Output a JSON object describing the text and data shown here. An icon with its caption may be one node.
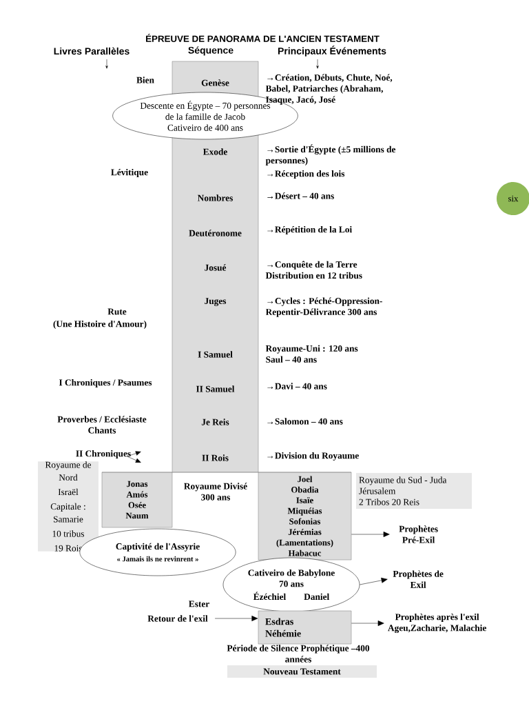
{
  "diagram": {
    "title": "ÉPREUVE DE PANORAMA DE L'ANCIEN TESTAMENT",
    "nodes": [
      {
        "text": [
          "Genèse",
          "Exode",
          "Nombres",
          "Deutéronome",
          "Josué",
          "Juges",
          "I Samuel",
          "II Samuel",
          "Je Reis",
          "II Rois"
        ]
      },
      {
        "text": [
          "Descente en Égypte – 70 personnes de la famille de Jacob",
          "Cativeiro de 400 ans"
        ]
      },
      {
        "text": [
          "Jonas",
          "Amós",
          "Osée",
          "Naum"
        ]
      },
      {
        "text": [
          "Joel",
          "Obadia",
          "Isaïe",
          "Miquéias",
          "Sofonias",
          "Jérémias",
          "(Lamentations)",
          "Habacuc"
        ]
      },
      {
        "text": [
          "Royaume de Nord",
          "Israël",
          "Capitale : Samarie",
          "10 tribus",
          "19 Rois"
        ]
      },
      {
        "text": [
          "Royaume du Sud - Juda",
          "Jérusalem",
          "2 Tribos 20 Reis"
        ]
      },
      {
        "text": [
          "Captivité de l'Assyrie",
          "« Jamais ils ne revinrent »"
        ]
      },
      {
        "text": [
          "Cativeiro de Babylone 70 ans",
          "Ézéchiel",
          "Daniel"
        ]
      },
      {
        "text": [
          "Esdras",
          "Néhémie"
        ]
      },
      {
        "text": [
          "Nouveau  Testament"
        ]
      },
      {
        "text": [
          "six"
        ]
      },
      {
        "text": [
          "II Chroniques"
        ]
      },
      {
        "text": [
          "Retour de l'exil"
        ]
      },
      {
        "text": [
          "Prophètes Pré-Exil"
        ]
      },
      {
        "text": [
          "Prophètes de Exil"
        ]
      },
      {
        "text": [
          "Prophètes après l'exil",
          "Ageu,Zacharie, Malachie"
        ]
      }
    ],
    "edges": [
      {
        "from": 11,
        "to": null,
        "arrow": "to"
      },
      {
        "from": 11,
        "to": null,
        "arrow": "to"
      },
      {
        "from": 12,
        "to": 8,
        "arrow": "to"
      },
      {
        "from": 3,
        "to": 13,
        "arrow": "to"
      },
      {
        "from": 7,
        "to": 14,
        "arrow": "to"
      },
      {
        "from": 8,
        "to": 15,
        "arrow": "to"
      }
    ],
    "labels": [
      "Livres Parallèles",
      "Séquence",
      "Principaux  Événements",
      "Bien",
      "→Création, Débuts, Chute, Noé, Babel, Patriarches (Abraham, Isaque, Jacó, José",
      "Lévitique",
      "→Sortie d'Égypte (±5 millions de personnes)",
      "→Réception des lois",
      "→Désert – 40 ans",
      "→Répétition de la Loi",
      "→Conquête de la Terre Distribution en 12 tribus",
      "Rute",
      "(Une Histoire d'Amour)",
      "→Cycles : Péché-Oppression-Repentir-Délivrance 300 ans",
      "Royaume-Uni : 120 ans Saul – 40 ans",
      "I Chroniques / Psaumes",
      "→Davi – 40 ans",
      "Proverbes / Ecclésiaste Chants",
      "→Salomon – 40 ans",
      "→Division du Royaume",
      "Royaume Divisé 300 ans",
      "Ester",
      "Période de Silence Prophétique –400 années"
    ]
  }
}
